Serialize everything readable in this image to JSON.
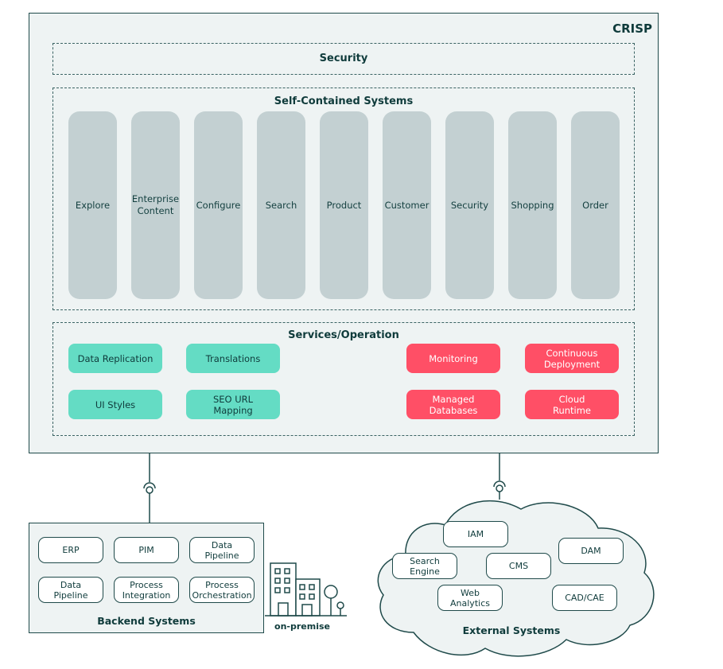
{
  "crisp": {
    "title": "CRISP"
  },
  "security_bar": {
    "label": "Security"
  },
  "self_contained": {
    "title": "Self-Contained Systems",
    "items": [
      "Explore",
      "Enterprise\nContent",
      "Configure",
      "Search",
      "Product",
      "Customer",
      "Security",
      "Shopping",
      "Order"
    ]
  },
  "services": {
    "title": "Services/Operation",
    "teal": [
      "Data Replication",
      "Translations",
      "UI Styles",
      "SEO URL\nMapping"
    ],
    "red": [
      "Monitoring",
      "Continuous\nDeployment",
      "Managed\nDatabases",
      "Cloud\nRuntime"
    ]
  },
  "backend": {
    "title": "Backend Systems",
    "items": [
      "ERP",
      "PIM",
      "Data\nPipeline",
      "Data\nPipeline",
      "Process\nIntegration",
      "Process\nOrchestration"
    ]
  },
  "on_premise": {
    "label": "on-premise"
  },
  "external": {
    "title": "External Systems",
    "items": [
      "IAM",
      "DAM",
      "Search\nEngine",
      "CMS",
      "Web\nAnalytics",
      "CAD/CAE"
    ]
  },
  "colors": {
    "teal": "#64dcc4",
    "red": "#ff4f66",
    "pill": "#c3d0d2",
    "panel": "#eef3f3",
    "ink": "#0f3b3b"
  }
}
